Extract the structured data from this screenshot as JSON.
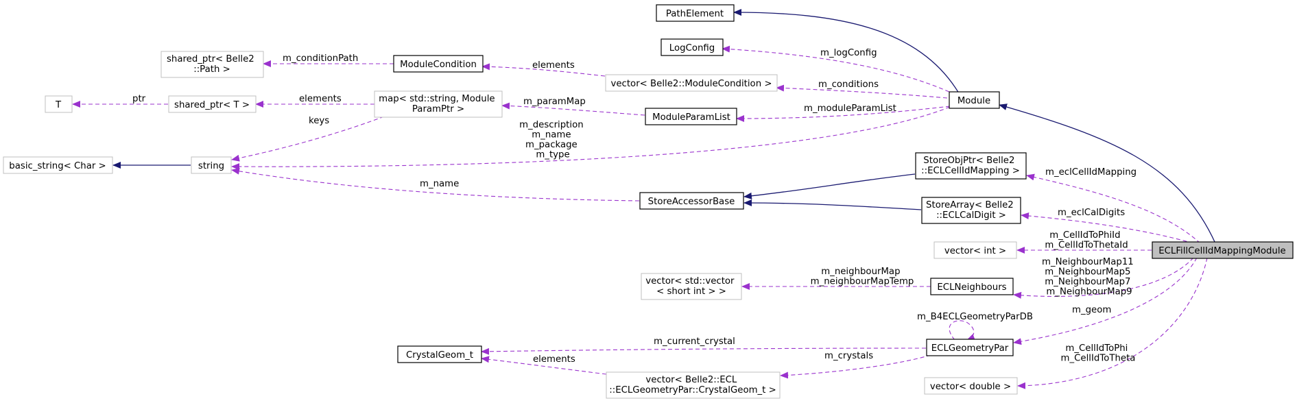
{
  "nodes": {
    "path_element": "PathElement",
    "log_config": "LogConfig",
    "shared_ptr_path": [
      "shared_ptr< Belle2",
      "::Path >"
    ],
    "module_condition": "ModuleCondition",
    "vector_module_condition": "vector< Belle2::ModuleCondition >",
    "t": "T",
    "shared_ptr_t": "shared_ptr< T >",
    "map_module_param": [
      "map< std::string, Module",
      "ParamPtr >"
    ],
    "module_param_list": "ModuleParamList",
    "module": "Module",
    "basic_string": "basic_string< Char >",
    "string": "string",
    "store_obj_ptr": [
      "StoreObjPtr< Belle2",
      "::ECLCellIdMapping >"
    ],
    "store_accessor_base": "StoreAccessorBase",
    "store_array": [
      "StoreArray< Belle2",
      "::ECLCalDigit >"
    ],
    "vector_int": "vector< int >",
    "ecl_fill": "ECLFillCellIdMappingModule",
    "vector_short": [
      "vector< std::vector",
      "< short int > >"
    ],
    "ecl_neighbours": "ECLNeighbours",
    "crystal_geom": "CrystalGeom_t",
    "ecl_geometry_par": "ECLGeometryPar",
    "vector_crystal_geom": [
      "vector< Belle2::ECL",
      "::ECLGeometryPar::CrystalGeom_t >"
    ],
    "vector_double": "vector< double >"
  },
  "edge_labels": {
    "condition_path": "m_conditionPath",
    "elements_condition": "elements",
    "log_config": "m_logConfig",
    "conditions": "m_conditions",
    "ptr": "ptr",
    "elements_map": "elements",
    "param_map": "m_paramMap",
    "module_param_list": "m_moduleParamList",
    "keys": "keys",
    "module_strings": [
      "m_description",
      "m_name",
      "m_package",
      "m_type"
    ],
    "accessor_name": "m_name",
    "ecl_cell_id_mapping": "m_eclCellIdMapping",
    "ecl_cal_digits": "m_eclCalDigits",
    "cell_id_int": [
      "m_CellIdToPhiId",
      "m_CellIdToThetaId"
    ],
    "neighbour_map": [
      "m_neighbourMap",
      "m_neighbourMapTemp"
    ],
    "neighbours": [
      "m_NeighbourMap11",
      "m_NeighbourMap5",
      "m_NeighbourMap7",
      "m_NeighbourMap9"
    ],
    "b4_geometry": "m_B4ECLGeometryParDB",
    "geom": "m_geom",
    "current_crystal": "m_current_crystal",
    "crystals": "m_crystals",
    "elements_crystal": "elements",
    "cell_id_double": [
      "m_CellIdToPhi",
      "m_CellIdToTheta"
    ]
  },
  "colors": {
    "inheritance_edge": "#191970",
    "member_edge": "#9a32cd",
    "gray_border": "#bfbfbf",
    "highlight_fill": "#bfbfbf"
  }
}
